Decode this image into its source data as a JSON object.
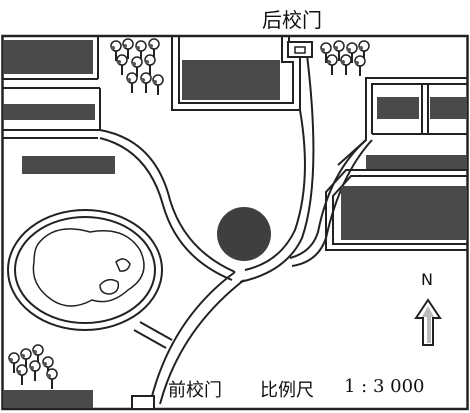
{
  "labels": {
    "back_gate": "后校门",
    "front_gate": "前校门",
    "scale_title": "比例尺",
    "scale_ratio": "1 : 3 000",
    "north": "N"
  },
  "icons": {
    "north_arrow": "north-arrow-icon",
    "tree_cluster": "tree-cluster-icon"
  },
  "colors": {
    "building": "#4a4a4a",
    "roundabout": "#3f3f3f",
    "outline": "#222222",
    "land": "#ffffff"
  }
}
